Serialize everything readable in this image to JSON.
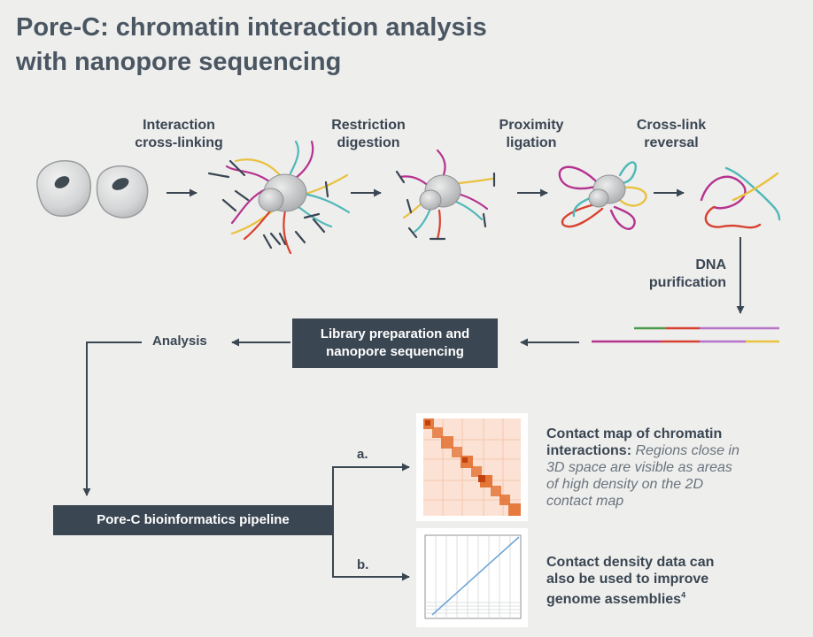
{
  "title": {
    "line1": "Pore-C: chromatin interaction analysis",
    "line2": "with nanopore sequencing"
  },
  "steps": {
    "crosslinking": {
      "line1": "Interaction",
      "line2": "cross-linking"
    },
    "digestion": {
      "line1": "Restriction",
      "line2": "digestion"
    },
    "ligation": {
      "line1": "Proximity",
      "line2": "ligation"
    },
    "reversal": {
      "line1": "Cross-link",
      "line2": "reversal"
    },
    "purification": {
      "line1": "DNA",
      "line2": "purification"
    }
  },
  "library": {
    "line1": "Library preparation and",
    "line2": "nanopore sequencing"
  },
  "analysis": "Analysis",
  "pipeline": "Pore-C bioinformatics pipeline",
  "branches": {
    "a": "a.",
    "b": "b."
  },
  "outputs": {
    "contact_map": {
      "heading_l1": "Contact map of chromatin",
      "heading_l2": "interactions:",
      "body_l1": "Regions close in",
      "body_l2": "3D space are visible as areas",
      "body_l3": "of high density on the 2D",
      "body_l4": "contact map"
    },
    "density": {
      "line1": "Contact density data can",
      "line2": "also be used to improve",
      "line3": "genome assemblies",
      "superscript": "4"
    }
  },
  "colors": {
    "magenta": "#b5338f",
    "teal": "#4fb8b8",
    "red": "#d8402e",
    "yellow": "#e9c240",
    "green": "#4a9a4a",
    "purple": "#b573c9",
    "dark": "#3a4652",
    "heat": "#e3702f"
  }
}
